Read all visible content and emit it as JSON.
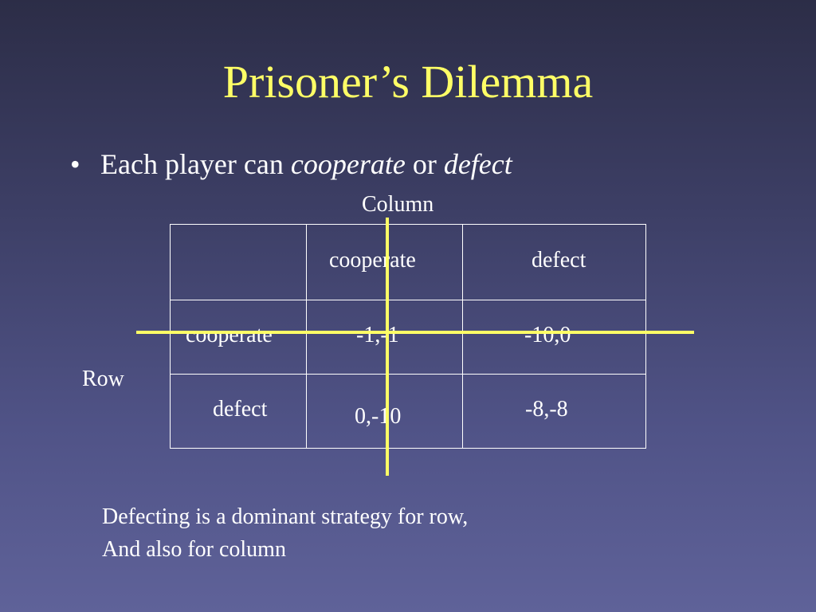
{
  "slide": {
    "title": "Prisoner’s Dilemma",
    "bullet": {
      "symbol": "•",
      "prefix": "Each player can ",
      "term1": "cooperate",
      "middle": " or ",
      "term2": "defect"
    },
    "column_label": "Column",
    "row_label": "Row",
    "table": {
      "col_headers": [
        "cooperate",
        "defect"
      ],
      "rows": [
        {
          "label": "cooperate",
          "cells": [
            "-1,-1",
            "-10,0"
          ]
        },
        {
          "label": "defect",
          "cells": [
            "0,-10",
            "-8,-8"
          ]
        }
      ]
    },
    "note": {
      "line1": "Defecting is a dominant strategy for row,",
      "line2": "And also for column"
    },
    "colors": {
      "title": "#ffff66",
      "text": "#ffffff",
      "highlight_lines": "#ffff66"
    }
  }
}
